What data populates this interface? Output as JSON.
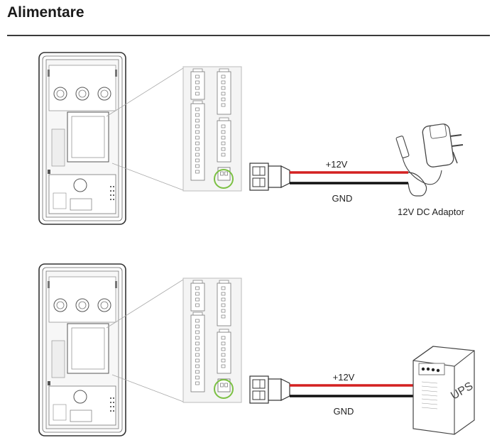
{
  "page": {
    "title": "Alimentare"
  },
  "diagrams": [
    {
      "positive_label": "+12V",
      "ground_label": "GND",
      "source_label": "12V DC Adaptor",
      "source_icon": "dc-adapter-icon"
    },
    {
      "positive_label": "+12V",
      "ground_label": "GND",
      "source_label": "UPS",
      "source_icon": "ups-icon"
    }
  ],
  "colors": {
    "positive_wire": "#d42020",
    "ground_wire": "#111111",
    "highlight": "#7bc043"
  }
}
